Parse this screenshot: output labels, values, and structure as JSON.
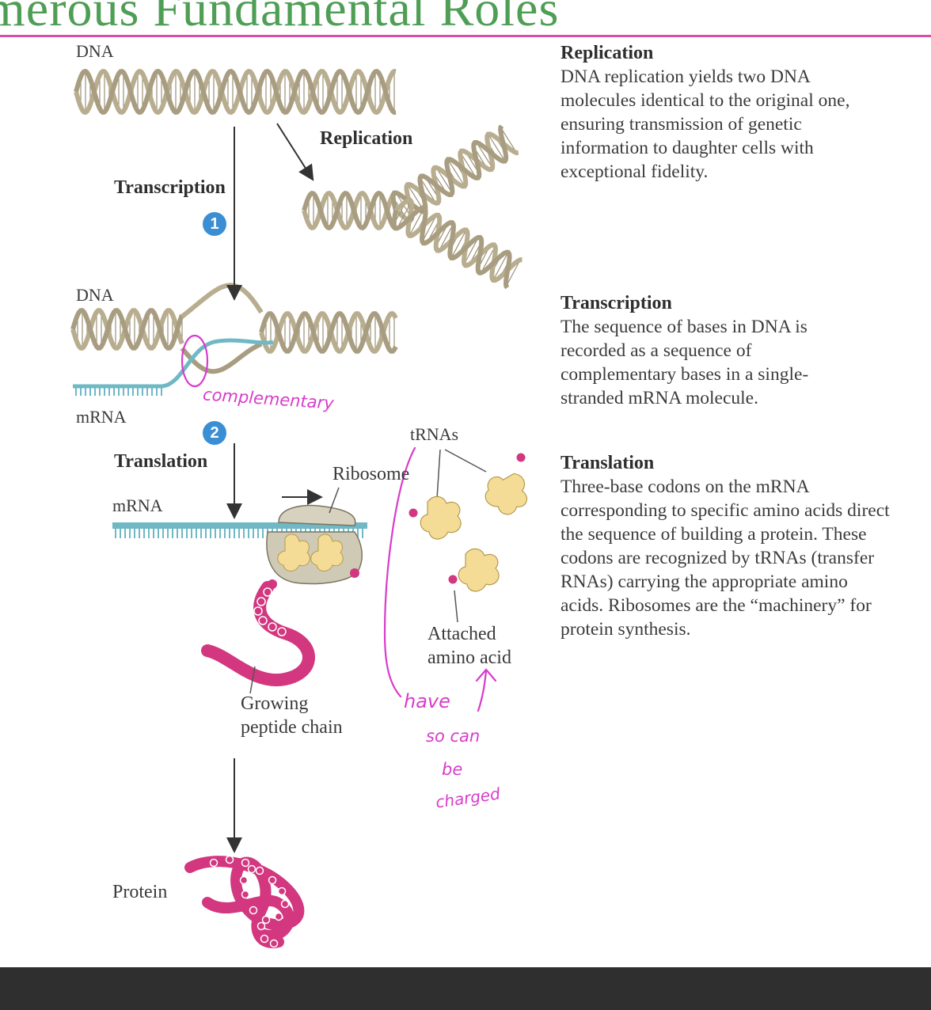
{
  "header": {
    "title": "merous Fundamental Roles"
  },
  "diagram": {
    "labels": {
      "dna_top": "DNA",
      "replication": "Replication",
      "transcription": "Transcription",
      "dna_middle": "DNA",
      "mrna_left": "mRNA",
      "translation": "Translation",
      "mrna_ribosome": "mRNA",
      "ribosome": "Ribosome",
      "trnas": "tRNAs",
      "attached_line1": "Attached",
      "attached_line2": "amino acid",
      "growing_line1": "Growing",
      "growing_line2": "peptide chain",
      "protein": "Protein"
    },
    "steps": {
      "step1": "1",
      "step2": "2"
    },
    "annotations": {
      "complementary": "complementary",
      "have": "have",
      "so_can": "so can",
      "be": "be",
      "charged": "charged"
    }
  },
  "descriptions": {
    "replication": {
      "title": "Replication",
      "body": "DNA replication yields two DNA molecules identical to the original one, ensuring transmission of genetic information to daughter cells with exceptional fidelity."
    },
    "transcription": {
      "title": "Transcription",
      "body": "The sequence of bases in DNA is recorded as a sequence of complementary bases in a single-stranded mRNA molecule."
    },
    "translation": {
      "title": "Translation",
      "body": "Three-base codons on the mRNA corresponding to specific amino acids direct the sequence of building a protein.  These codons are recognized by tRNAs (transfer RNAs) carrying the appropriate amino acids.  Ribosomes are the “machinery” for protein synthesis."
    }
  },
  "colors": {
    "title_green": "#4f9e55",
    "accent_pink": "#d94fa3",
    "dna_tan": "#b8ad8f",
    "mrna_teal": "#6fb8c4",
    "peptide_pink": "#d2377f",
    "trna_yellow": "#f4dc96",
    "step_blue": "#3a8fd4",
    "annotation_magenta": "#d83ccb"
  }
}
